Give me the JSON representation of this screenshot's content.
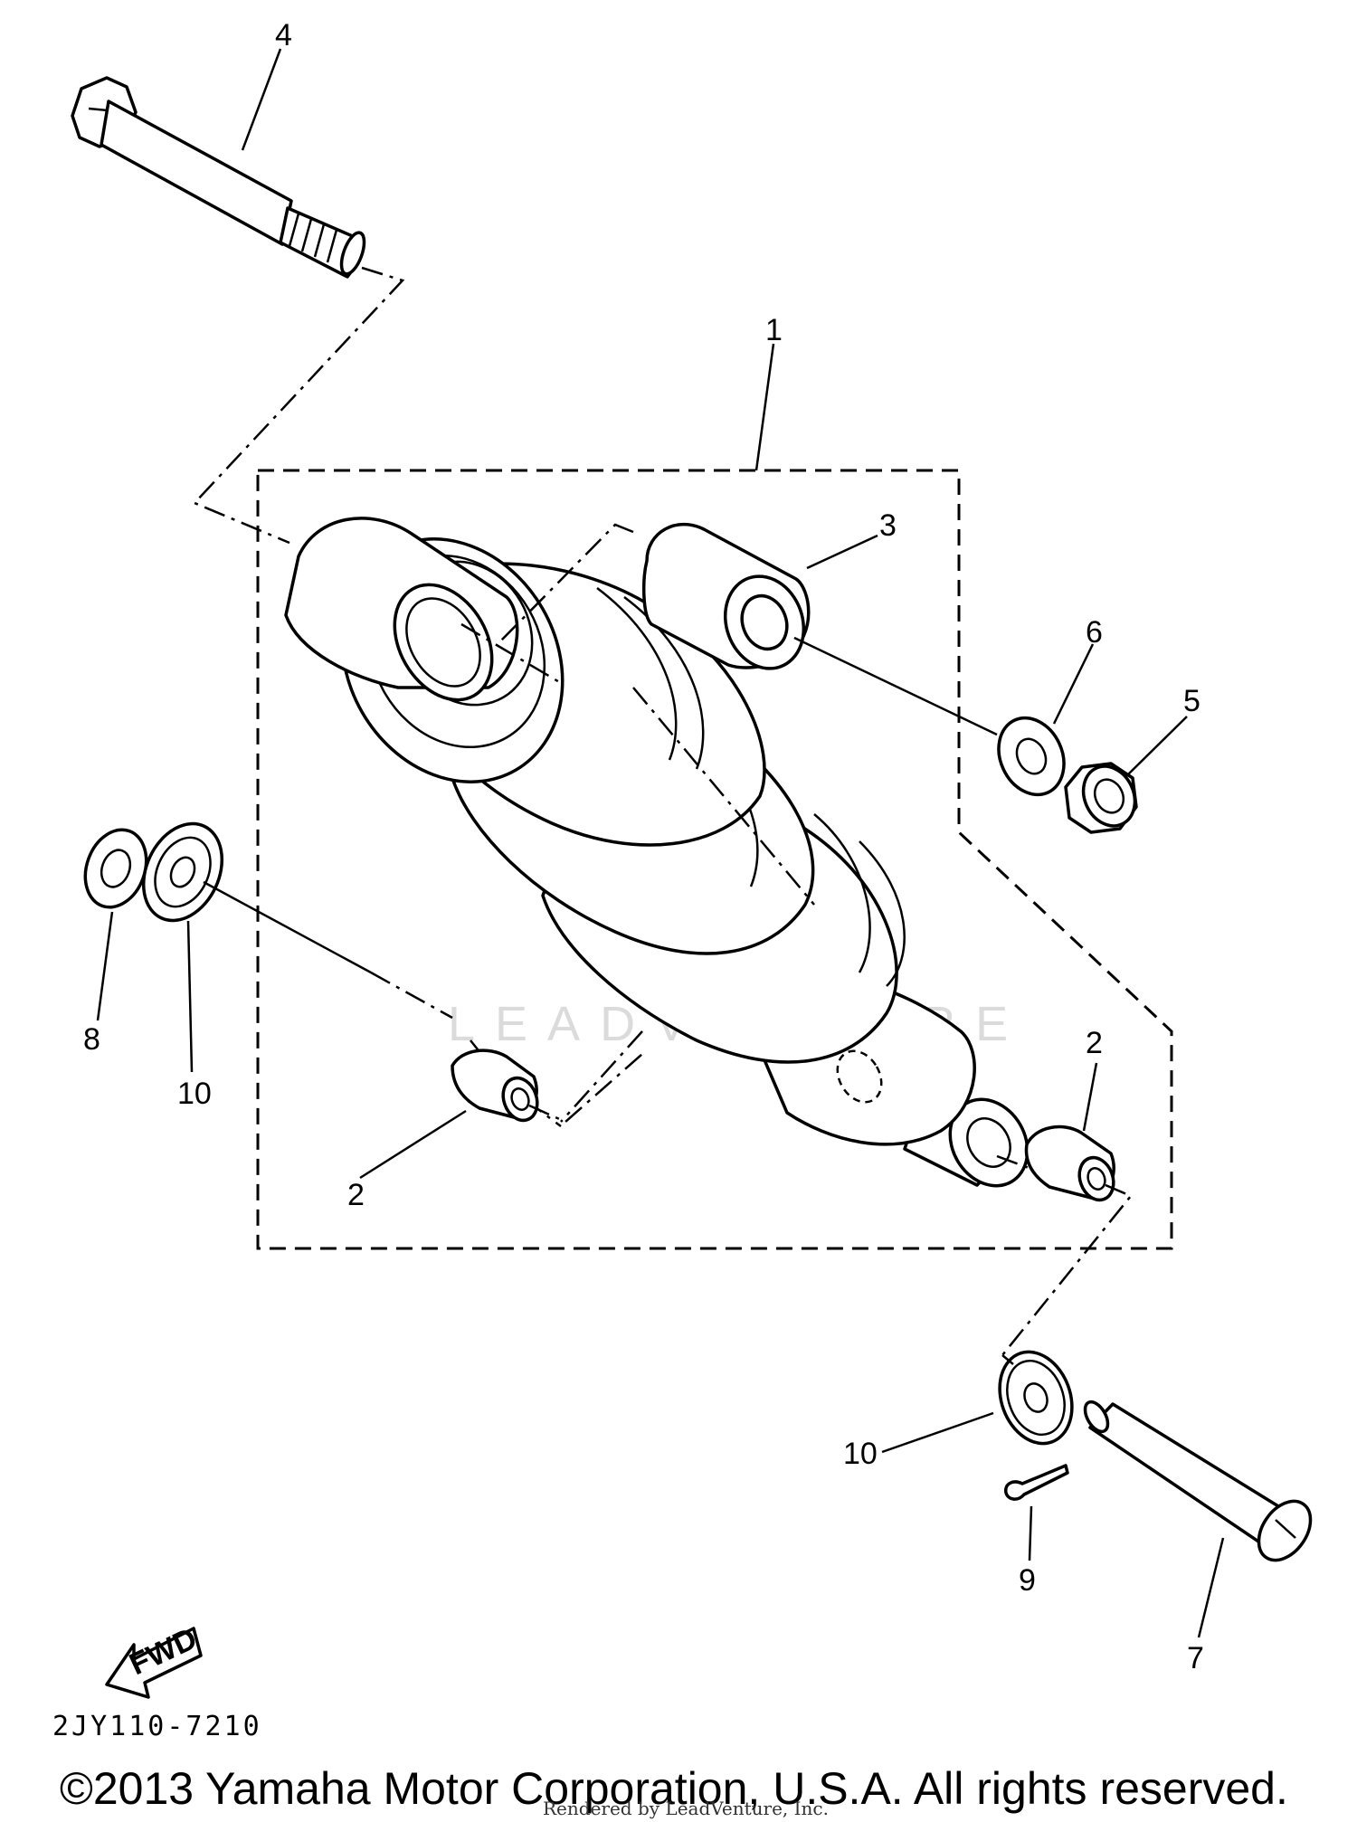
{
  "callouts": {
    "p1": "1",
    "p2a": "2",
    "p2b": "2",
    "p3": "3",
    "p4": "4",
    "p5": "5",
    "p6": "6",
    "p7": "7",
    "p8": "8",
    "p9": "9",
    "p10a": "10",
    "p10b": "10"
  },
  "fwd_label": "FWD",
  "diagram_code": "2JY110-7210",
  "copyright": "©2013 Yamaha Motor Corporation, U.S.A. All rights reserved.",
  "rendered_by": "Rendered by LeadVenture, Inc.",
  "watermark": "LEADVENTURE"
}
